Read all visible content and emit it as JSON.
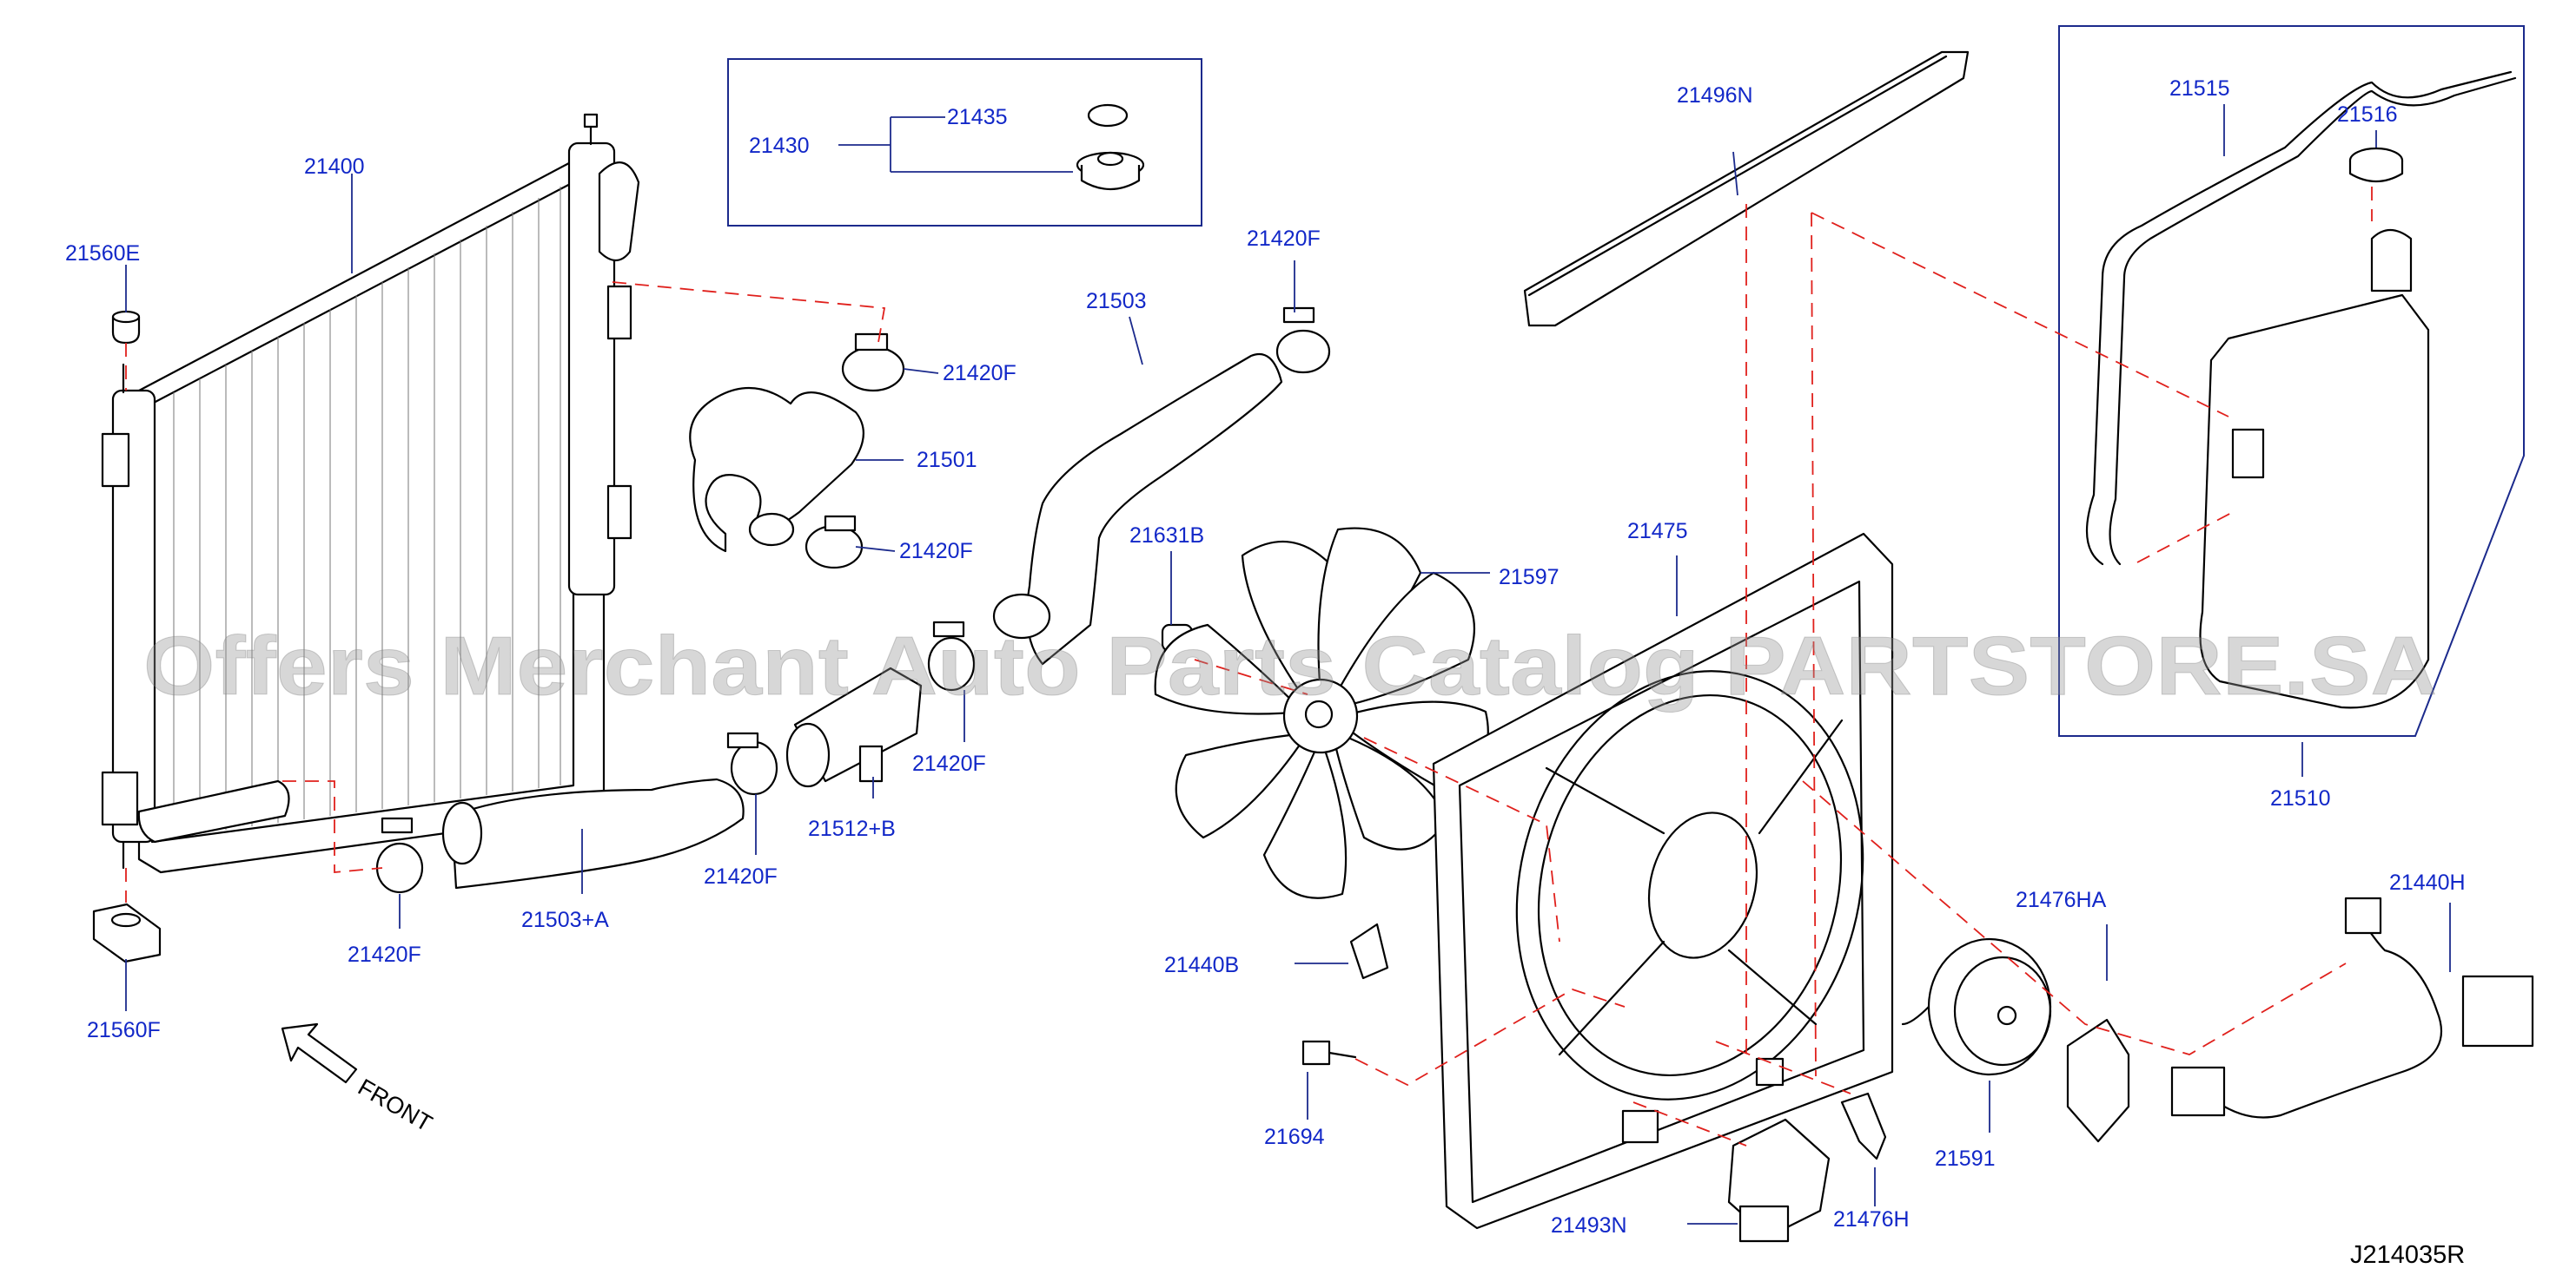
{
  "watermark": "Offers Merchant Auto Parts Catalog PARTSTORE.SA",
  "diagram_code": "J214035R",
  "front_label": "FRONT",
  "labels": {
    "l21400": "21400",
    "l21560E": "21560E",
    "l21560F": "21560F",
    "l21430": "21430",
    "l21435": "21435",
    "l21420F_a": "21420F",
    "l21420F_b": "21420F",
    "l21420F_c": "21420F",
    "l21420F_d": "21420F",
    "l21420F_e": "21420F",
    "l21420F_f": "21420F",
    "l21501": "21501",
    "l21503": "21503",
    "l21503A": "21503+A",
    "l21512B": "21512+B",
    "l21631B": "21631B",
    "l21597": "21597",
    "l21496N": "21496N",
    "l21475": "21475",
    "l21515": "21515",
    "l21516": "21516",
    "l21510": "21510",
    "l21476HA": "21476HA",
    "l21440H": "21440H",
    "l21440B": "21440B",
    "l21694": "21694",
    "l21591": "21591",
    "l21493N": "21493N",
    "l21476H": "21476H"
  }
}
